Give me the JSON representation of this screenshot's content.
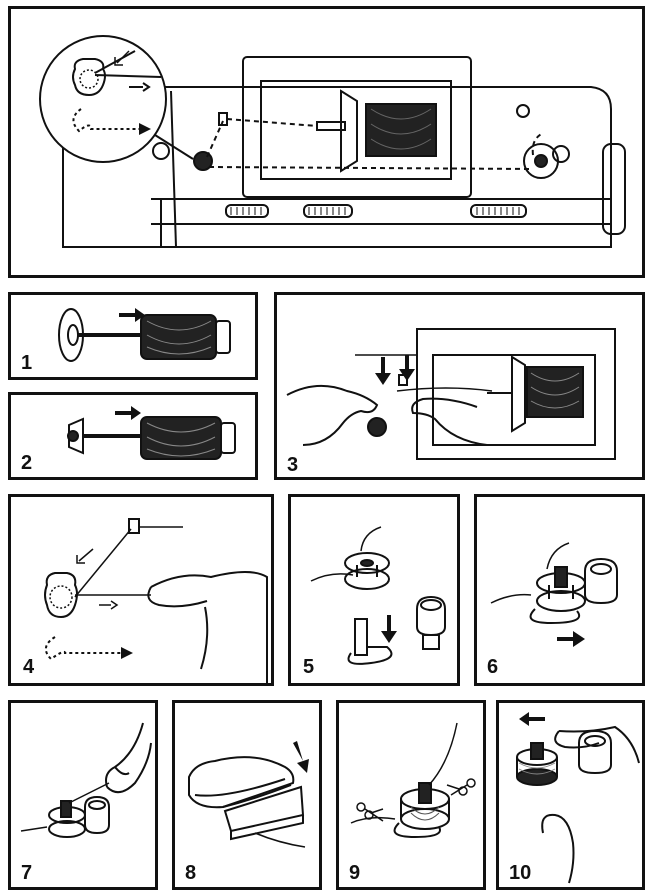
{
  "steps": [
    {
      "label": "1"
    },
    {
      "label": "2"
    },
    {
      "label": "3"
    },
    {
      "label": "4"
    },
    {
      "label": "5"
    },
    {
      "label": "6"
    },
    {
      "label": "7"
    },
    {
      "label": "8"
    },
    {
      "label": "9"
    },
    {
      "label": "10"
    }
  ],
  "colors": {
    "ink": "#111111",
    "thread": "#333333",
    "paper": "#ffffff"
  },
  "icons": [
    "arrow-right-icon",
    "arrow-down-icon",
    "arrow-left-icon",
    "scissors-icon"
  ]
}
